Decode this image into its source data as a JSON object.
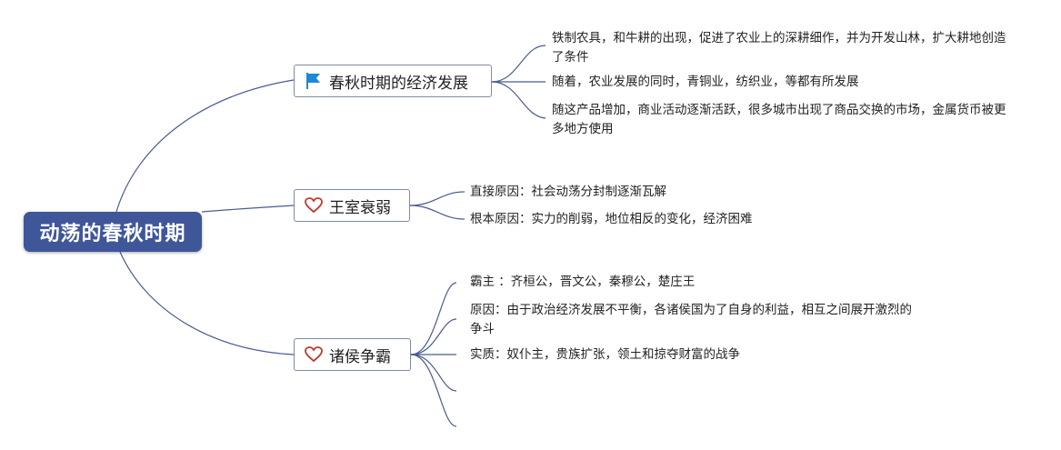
{
  "root": {
    "label": "动荡的春秋时期"
  },
  "branches": [
    {
      "label": "春秋时期的经济发展",
      "icon": "flag-icon",
      "items": [
        "铁制农具，和牛耕的出现，促进了农业上的深耕细作，并为开发山林，扩大耕地创造了条件",
        "随着，农业发展的同时，青铜业，纺织业，等都有所发展",
        "随这产品增加，商业活动逐渐活跃，很多城市出现了商品交换的市场，金属货币被更多地方使用"
      ]
    },
    {
      "label": "王室衰弱",
      "icon": "heart-icon",
      "items": [
        "直接原因：社会动荡分封制逐渐瓦解",
        "根本原因：实力的削弱，地位相反的变化，经济困难"
      ]
    },
    {
      "label": "诸侯争霸",
      "icon": "heart-icon",
      "items": [
        "霸主 ：齐桓公，晋文公，秦穆公，楚庄王",
        "原因：由于政治经济发展不平衡，各诸侯国为了自身的利益，相互之间展开激烈的争斗",
        "实质：奴仆主，贵族扩张，领土和掠夺财富的战争"
      ]
    }
  ],
  "colors": {
    "root_fill": "#3f5699",
    "line": "#4a5c8f",
    "flag": "#1e88d6",
    "heart": "#c0392b"
  }
}
